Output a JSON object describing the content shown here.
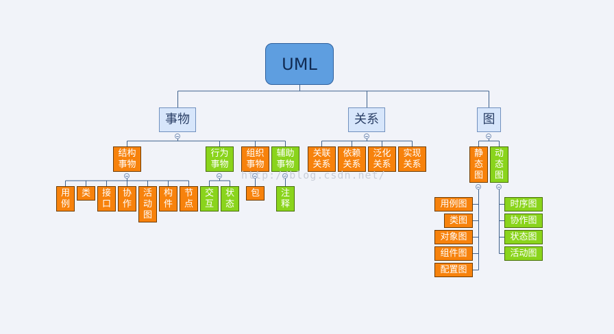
{
  "root": {
    "label": "UML"
  },
  "categories": {
    "things": {
      "label": "事物"
    },
    "relations": {
      "label": "关系"
    },
    "diagrams": {
      "label": "图"
    }
  },
  "things": {
    "structural": {
      "label": "结构事物",
      "children": [
        "用例",
        "类",
        "接口",
        "协作",
        "活动图",
        "构件",
        "节点"
      ]
    },
    "behavioral": {
      "label": "行为事物",
      "children": [
        "交互",
        "状态"
      ]
    },
    "grouping": {
      "label": "组织事物",
      "children": [
        "包"
      ]
    },
    "annotational": {
      "label": "辅助事物",
      "children": [
        "注释"
      ]
    }
  },
  "relations": [
    "关联关系",
    "依赖关系",
    "泛化关系",
    "实现关系"
  ],
  "diagrams": {
    "static": {
      "label": "静态图",
      "children": [
        "用例图",
        "类图",
        "对象图",
        "组件图",
        "配置图"
      ]
    },
    "dynamic": {
      "label": "动态图",
      "children": [
        "时序图",
        "协作图",
        "状态图",
        "活动图"
      ]
    }
  },
  "watermark": "http://blog.csdn.net/",
  "colors": {
    "line": "#3c5f8a",
    "root_fill": "#5e9ee0",
    "category_fill": "#d7e6fb",
    "orange": "#f7820c",
    "green": "#8ad41c",
    "background": "#f1f3f9"
  }
}
